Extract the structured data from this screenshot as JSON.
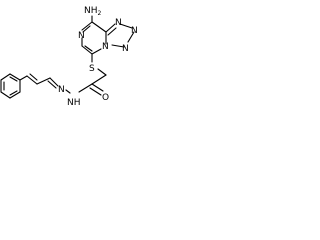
{
  "molecule": {
    "atoms": {
      "nh2": "NH",
      "nh2_sub": "2",
      "n_ring_top": "N",
      "n_ring_left": "N",
      "n_ring_right": "N",
      "n_ring_five": "N",
      "n_ring_bottom": "N",
      "s": "S",
      "o": "O",
      "n_imine": "N",
      "hn_hydrazide": "N",
      "h_hydrazide": "H"
    }
  }
}
